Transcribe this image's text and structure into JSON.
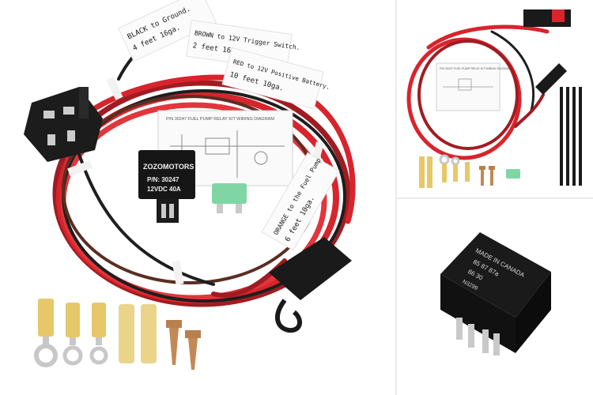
{
  "main_photo": {
    "labels": {
      "black": [
        "BLACK to Ground.",
        "4 feet 16ga."
      ],
      "brown": [
        "BROWN to 12V Trigger Switch.",
        "2 feet 16ga."
      ],
      "red": [
        "RED to 12V Positive Battery.",
        "10 feet 10ga."
      ],
      "orange": [
        "ORANGE to the Fuel Pump.",
        "6 feet 10ga."
      ]
    },
    "relay": {
      "brand": "ZOZOMOTORS",
      "part": "P/N: 30247",
      "rating": "12VDC 40A"
    },
    "diagram_title": "P/N 30247 FUEL PUMP RELAY KIT WIRING DIAGRAM"
  },
  "kit_photo": {
    "diagram_title": "P/N 30247 FUEL PUMP RELAY KIT WIRING DIAGRAM"
  },
  "relay_photo": {
    "lines": [
      "MADE IN CANADA",
      "85  87 87a",
      "86    30",
      "N3299"
    ]
  },
  "colors": {
    "red_wire": "#d8242c",
    "dark_red_wire": "#a01c22",
    "black_wire": "#1e1e1e",
    "brown_wire": "#5a2e22",
    "connector_yellow": "#e6c86a",
    "fuse_green": "#7fd6a4"
  }
}
